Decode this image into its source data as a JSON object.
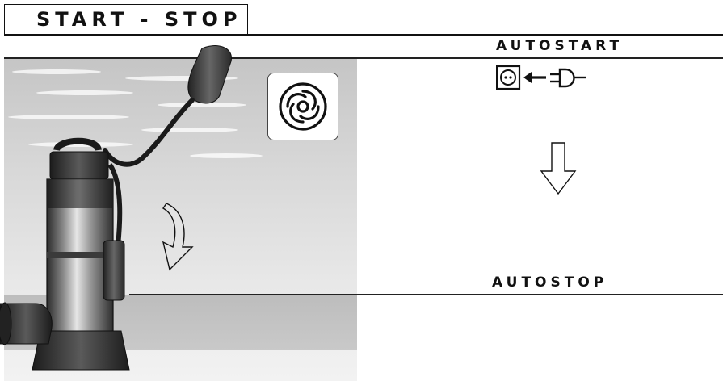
{
  "title": "START - STOP",
  "labels": {
    "autostart": "AUTOSTART",
    "autostop": "AUTOSTOP"
  },
  "icons": {
    "rotation": "rotation-swirl-icon",
    "socket": "power-socket-icon",
    "arrow_left": "arrow-left-icon",
    "plug": "plug-icon",
    "down_arrow": "down-arrow-icon",
    "curved_arrow": "curved-down-arrow-icon"
  },
  "colors": {
    "water": "#d4d4d4",
    "line": "#111111"
  }
}
